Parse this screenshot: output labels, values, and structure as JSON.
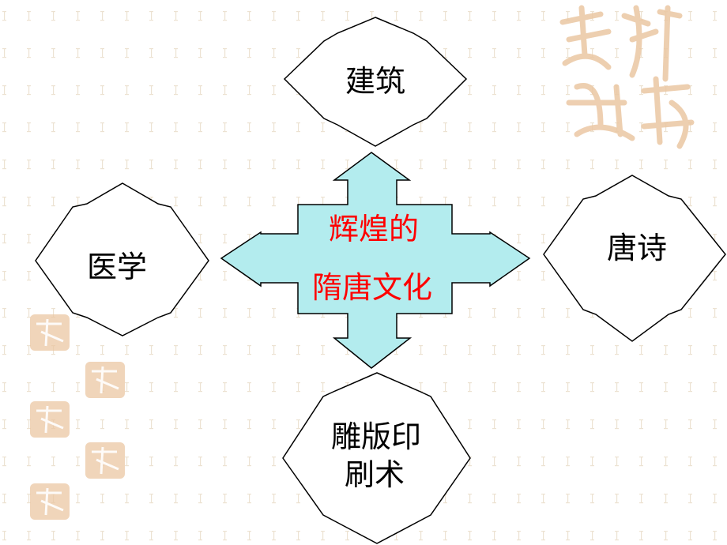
{
  "diagram": {
    "center": {
      "line1": "辉煌的",
      "line2": "隋唐文化"
    },
    "top_label": "建筑",
    "left_label": "医学",
    "right_label": "唐诗",
    "bottom_label_line1": "雕版印",
    "bottom_label_line2": "刷术"
  },
  "colors": {
    "cross_fill": "#b3ecee",
    "cross_stroke": "#000000",
    "center_text": "#ff0000",
    "star_fill": "#ffffff",
    "star_stroke": "#000000",
    "seal_color": "#ebc7a3",
    "pattern_color": "#ece2d2"
  }
}
